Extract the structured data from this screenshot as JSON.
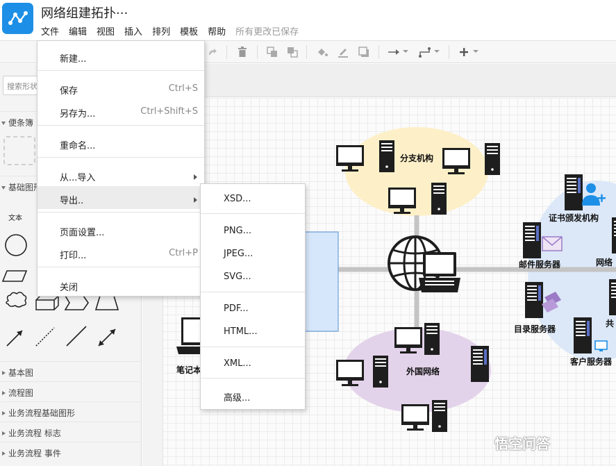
{
  "header": {
    "title": "网络组建拓扑···",
    "menus": [
      "文件",
      "编辑",
      "视图",
      "插入",
      "排列",
      "模板",
      "帮助"
    ],
    "save_status": "所有更改已保存"
  },
  "sidebar": {
    "search_placeholder": "搜索形状",
    "sections": {
      "scratchpad": "便条簿",
      "basic_shapes": "基础图形",
      "basic": "基本图",
      "flowchart": "流程图",
      "bpmn_basic": "业务流程基础图形",
      "bpmn_markers": "业务流程 标志",
      "bpmn_events": "业务流程 事件"
    },
    "text_shape_label": "文本"
  },
  "file_menu": {
    "items": [
      {
        "label": "新建..."
      },
      {
        "label": "保存",
        "shortcut": "Ctrl+S"
      },
      {
        "label": "另存为...",
        "shortcut": "Ctrl+Shift+S"
      },
      {
        "label": "重命名..."
      },
      {
        "label": "从...导入"
      },
      {
        "label": "导出.."
      },
      {
        "label": "页面设置..."
      },
      {
        "label": "打印...",
        "shortcut": "Ctrl+P"
      },
      {
        "label": "关闭"
      }
    ]
  },
  "export_menu": {
    "items": [
      "XSD...",
      "PNG...",
      "JPEG...",
      "SVG...",
      "PDF...",
      "HTML...",
      "XML...",
      "高级..."
    ]
  },
  "diagram": {
    "labels": {
      "branch": "分支机构",
      "foreign": "外国网络",
      "laptop": "笔记本",
      "ca": "证书颁发机构",
      "mail": "邮件服务器",
      "directory": "目录服务器",
      "client": "客户服务器",
      "network_partial": "网络",
      "shared_partial": "共"
    },
    "colors": {
      "branch_cloud": "#fdf0c8",
      "foreign_cloud": "#e3d3ea",
      "right_cloud": "#dce8f8",
      "accent_icon": "#1d8fe6",
      "selection_fill": "#d7e7fb"
    }
  },
  "watermark": "悟空问答"
}
